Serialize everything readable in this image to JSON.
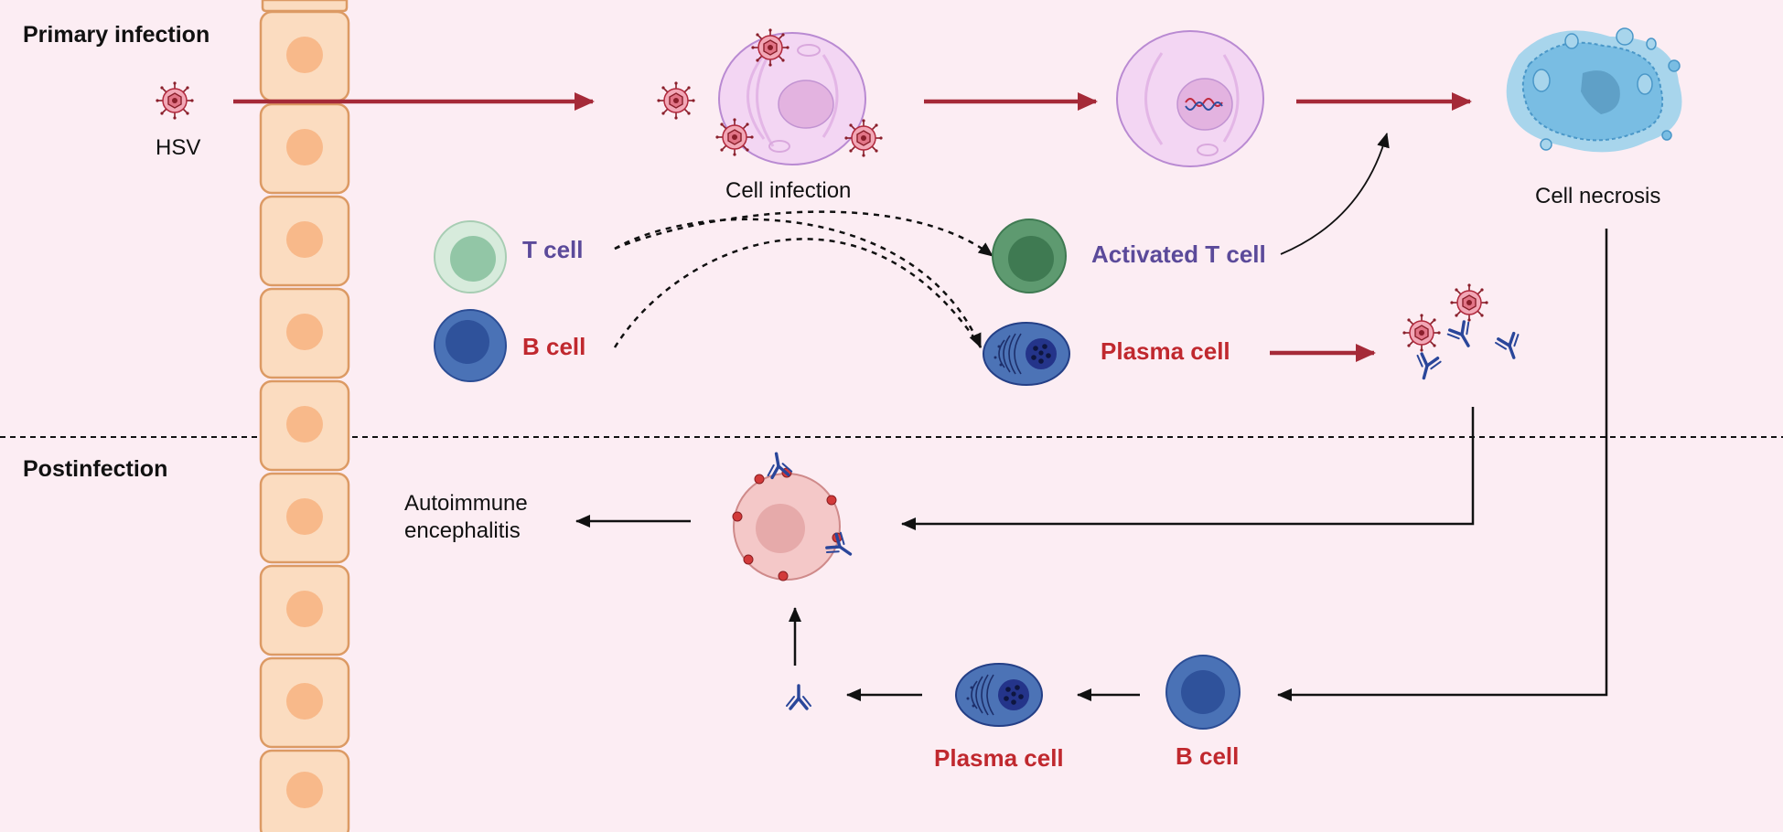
{
  "sections": {
    "primary": "Primary infection",
    "post": "Postinfection"
  },
  "labels": {
    "hsv": "HSV",
    "cell_infection": "Cell infection",
    "cell_necrosis": "Cell necrosis",
    "t_cell": "T cell",
    "b_cell_top": "B cell",
    "activated_t_cell": "Activated T cell",
    "plasma_cell_top": "Plasma cell",
    "autoimmune_line1": "Autoimmune",
    "autoimmune_line2": "encephalitis",
    "plasma_cell_bottom": "Plasma cell",
    "b_cell_bottom": "B cell"
  },
  "colors": {
    "background": "#fcedf3",
    "arrow_red": "#a52a38",
    "epithelium_fill": "#fbdcc0",
    "epithelium_stroke": "#dc9a64",
    "purple_text": "#5b4a9a",
    "red_text": "#c0282e"
  }
}
